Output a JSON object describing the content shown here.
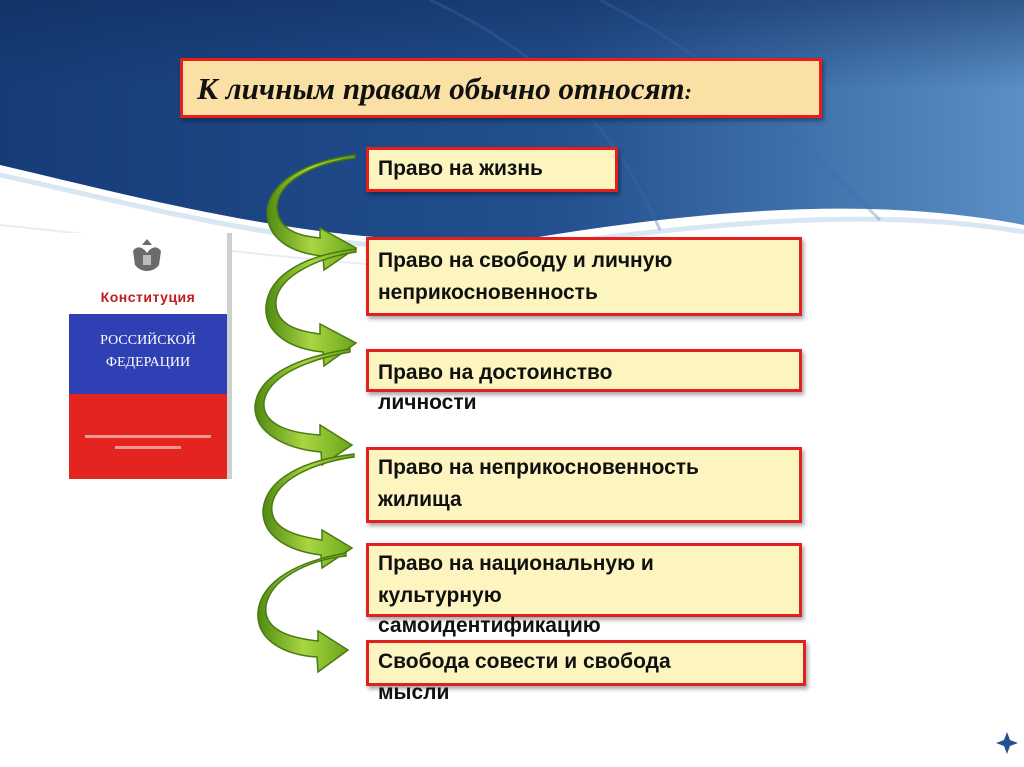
{
  "slide": {
    "title": "К  личным правам обычно относят",
    "title_colon": ":",
    "book": {
      "header": "Конституция",
      "line1": "РОССИЙСКОЙ",
      "line2": "ФЕДЕРАЦИИ"
    },
    "rights": [
      "Право на жизнь",
      "Право на свободу и личную",
      "неприкосновенность",
      "Право на достоинство",
      "личности",
      "Право на неприкосновенность",
      "жилища",
      "Право на национальную и",
      "культурную",
      "самоидентификацию",
      "Свобода совести и свобода",
      "мысли"
    ]
  },
  "colors": {
    "box_border": "#e41f1f",
    "title_fill": "#fbe0a6",
    "item_fill": "#fdf5c0",
    "arrow_green": "#7dbb1e",
    "header_blue": "#24508f"
  }
}
